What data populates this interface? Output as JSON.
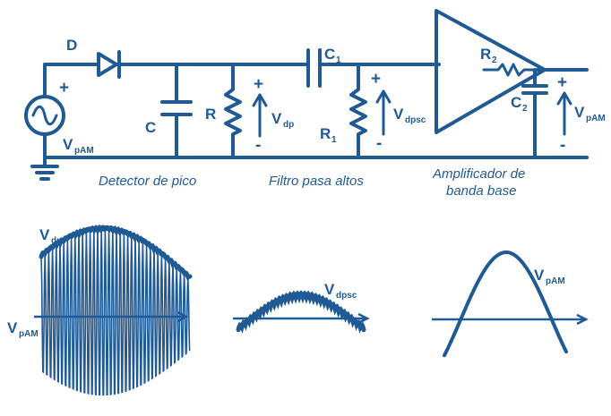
{
  "colors": {
    "ink": "#1f5a94",
    "background": "#ffffff"
  },
  "circuit": {
    "diode": {
      "letter": "D"
    },
    "source": {
      "letter": "V",
      "subscript": "pAM",
      "polarity": "+"
    },
    "capacitor_c": {
      "letter": "C"
    },
    "resistor_r": {
      "letter": "R"
    },
    "vdp": {
      "letter": "V",
      "subscript": "dp",
      "plus": "+",
      "minus": "-"
    },
    "capacitor_c1": {
      "letter": "C",
      "subscript": "1"
    },
    "resistor_r1": {
      "letter": "R",
      "subscript": "1"
    },
    "vdpsc": {
      "letter": "V",
      "subscript": "dpsc",
      "plus": "+",
      "minus": "-"
    },
    "resistor_r2": {
      "letter": "R",
      "subscript": "2"
    },
    "capacitor_c2": {
      "letter": "C",
      "subscript": "2"
    },
    "vpam_out": {
      "letter": "V",
      "subscript": "pAM",
      "plus": "+",
      "minus": "-"
    }
  },
  "captions": {
    "peak_detector": "Detector de pico",
    "high_pass": "Filtro pasa altos",
    "amplifier_line1": "Amplificador de",
    "amplifier_line2": "banda base"
  },
  "waveforms": {
    "am": {
      "top_label": "V",
      "top_sub": "dp",
      "axis_label": "V",
      "axis_sub": "pAM"
    },
    "filtered": {
      "label": "V",
      "sub": "dpsc"
    },
    "baseband": {
      "label": "V",
      "sub": "pAM"
    }
  }
}
